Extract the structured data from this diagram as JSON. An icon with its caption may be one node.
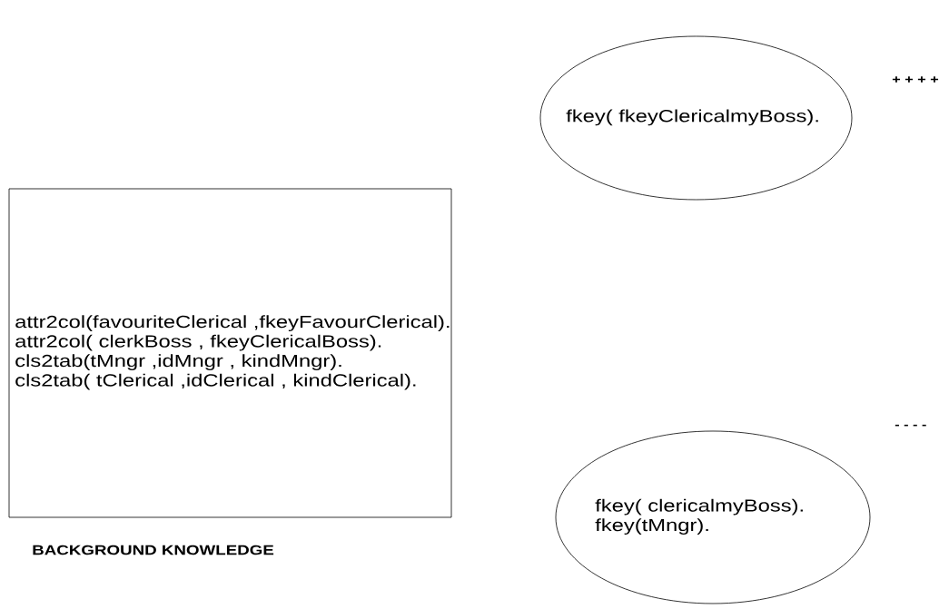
{
  "diagram": {
    "nodes": [
      {
        "text": [
          "attr2col(favouriteClerical ,fkeyFavourClerical).",
          "attr2col( clerkBoss , fkeyClericalBoss).",
          "cls2tab(tMngr ,idMngr , kindMngr).",
          "cls2tab( tClerical ,idClerical , kindClerical)."
        ],
        "beside": [
          "BACKGROUND KNOWLEDGE"
        ]
      },
      {
        "text": [
          "fkey( fkeyClericalmyBoss)."
        ]
      },
      {
        "text": [
          "fkey( clericalmyBoss).",
          "fkey(tMngr)."
        ]
      }
    ],
    "labels": [
      "+ + + +",
      "- - - -"
    ]
  }
}
